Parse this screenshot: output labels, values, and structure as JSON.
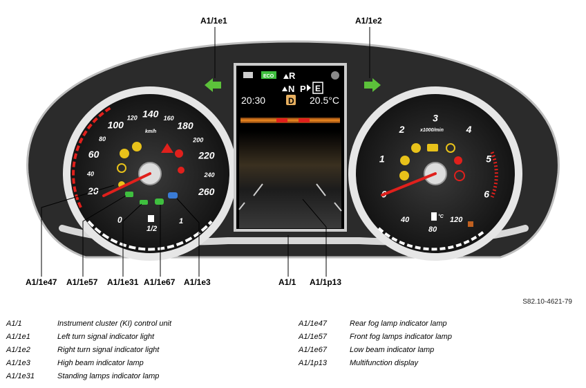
{
  "callouts": {
    "e1": "A1/1e1",
    "e2": "A1/1e2",
    "e47": "A1/1e47",
    "e57": "A1/1e57",
    "e31": "A1/1e31",
    "e67": "A1/1e67",
    "e3": "A1/1e3",
    "a1": "A1/1",
    "p13": "A1/1p13"
  },
  "reference_code": "S82.10-4621-79",
  "display": {
    "time": "20:30",
    "temperature": "20.5°C",
    "gear": "D",
    "eco": "ECO",
    "gear_r": "R",
    "gear_n": "N",
    "gear_p": "P",
    "mode": "E"
  },
  "speedometer": {
    "unit": "km/h",
    "major_ticks": [
      "20",
      "40",
      "60",
      "80",
      "100",
      "120",
      "140",
      "160",
      "180",
      "200",
      "220",
      "240",
      "260"
    ]
  },
  "tachometer": {
    "unit": "x1000/min",
    "ticks": [
      "0",
      "1",
      "2",
      "3",
      "4",
      "5",
      "6"
    ]
  },
  "fuel": {
    "labels": [
      "0",
      "1/2",
      "1"
    ]
  },
  "coolant": {
    "labels": [
      "40",
      "80",
      "120"
    ],
    "unit": "°C"
  },
  "legend": {
    "left": [
      {
        "code": "A1/1",
        "desc": "Instrument cluster (KI) control unit"
      },
      {
        "code": "A1/1e1",
        "desc": "Left turn signal indicator light"
      },
      {
        "code": "A1/1e2",
        "desc": "Right turn signal indicator light"
      },
      {
        "code": "A1/1e3",
        "desc": "High beam indicator lamp"
      },
      {
        "code": "A1/1e31",
        "desc": "Standing lamps indicator lamp"
      }
    ],
    "right": [
      {
        "code": "A1/1e47",
        "desc": "Rear fog lamp indicator lamp"
      },
      {
        "code": "A1/1e57",
        "desc": "Front fog lamps indicator lamp"
      },
      {
        "code": "A1/1e67",
        "desc": "Low beam indicator lamp"
      },
      {
        "code": "A1/1p13",
        "desc": "Multifunction display"
      }
    ]
  },
  "colors": {
    "housing": "#2b2b2b",
    "bezel": "#dcdcdc",
    "arrow_green": "#5cc13a",
    "needle_red": "#e0201c",
    "warn_yellow": "#e8c21a",
    "warn_red": "#e0201c",
    "indicator_green": "#3fbf3f",
    "indicator_blue": "#3a7bd5"
  }
}
